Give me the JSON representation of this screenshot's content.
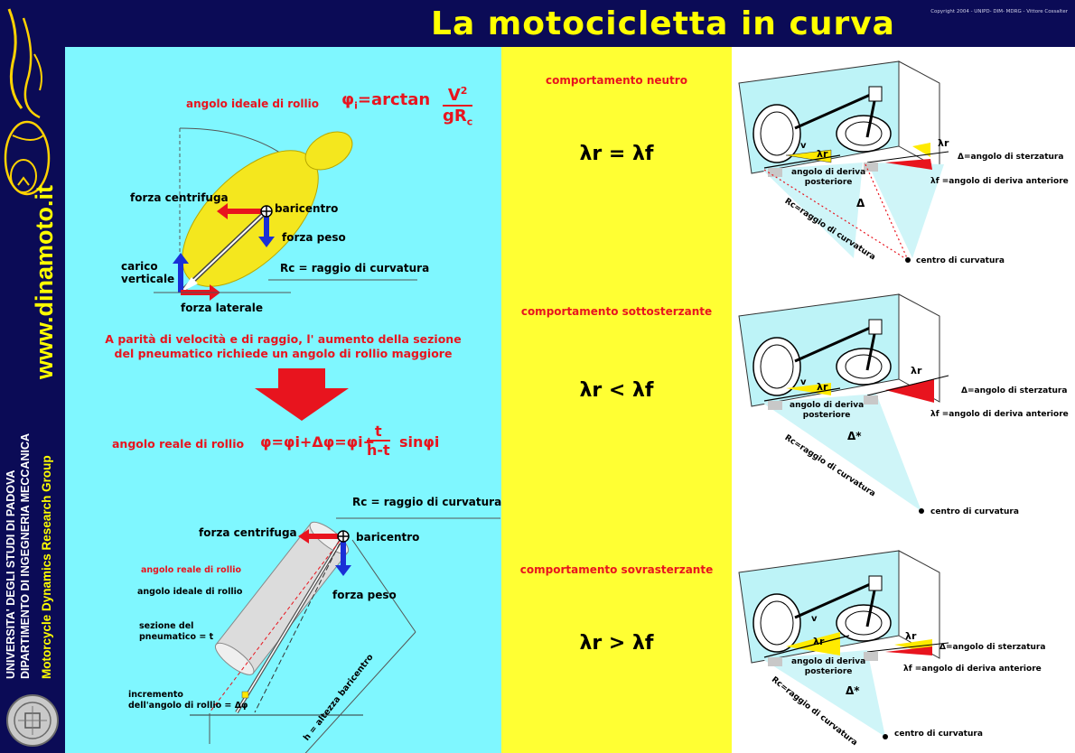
{
  "header": {
    "title": "La motocicletta in curva",
    "copyright": "Copyright 2004 - UNIPD- DIM- MDRG - Vittore Cossalter"
  },
  "sidebar": {
    "website": "www.dinamoto.it",
    "university_line1": "UNIVERSITA' DEGLI STUDI DI PADOVA",
    "university_line2": "DIPARTIMENTO DI INGEGNERIA MECCANICA",
    "group": "Motorcycle Dynamics Research Group"
  },
  "left_top": {
    "ideal_angle_label": "angolo ideale di rollio",
    "formula_lhs": "φ",
    "formula_sub": "i",
    "formula_mid": "=arctan",
    "formula_num": "V",
    "formula_num_sup": "2",
    "formula_den": "gR",
    "formula_den_sub": "c",
    "centrifugal": "forza centrifuga",
    "barycenter": "baricentro",
    "weight": "forza peso",
    "vertical_load_1": "carico",
    "vertical_load_2": "verticale",
    "radius": "Rc = raggio di curvatura",
    "lateral": "forza laterale"
  },
  "middle_text": {
    "line1": "A parità di velocità e di raggio, l' aumento della sezione",
    "line2": "del pneumatico richiede un angolo di rollio maggiore"
  },
  "real_formula": {
    "label": "angolo reale di rollio",
    "expr": "φ=φi+Δφ=φi+",
    "num": "t",
    "den": "h-t",
    "tail": "sinφi"
  },
  "left_bottom": {
    "radius": "Rc = raggio di curvatura",
    "centrifugal": "forza centrifuga",
    "barycenter": "baricentro",
    "real_angle": "angolo reale di rollio",
    "ideal_angle": "angolo ideale di rollio",
    "weight": "forza peso",
    "section_1": "sezione del",
    "section_2": "pneumatico = t",
    "increment_1": "incremento",
    "increment_2": "dell'angolo di rollio = Δφ",
    "height": "h = altezza baricentro"
  },
  "behaviors": [
    {
      "title": "comportamento neutro",
      "relation": "λr = λf",
      "delta": "Δ"
    },
    {
      "title": "comportamento sottosterzante",
      "relation": "λr < λf",
      "delta": "Δ*"
    },
    {
      "title": "comportamento sovrasterzante",
      "relation": "λr > λf",
      "delta": "Δ*"
    }
  ],
  "diagram_labels": {
    "v": "v",
    "lambda_r": "λr",
    "rear_slip_1": "angolo di deriva",
    "rear_slip_2": "posteriore",
    "steer": "Δ=angolo di sterzatura",
    "front_slip": "λf =angolo di deriva anteriore",
    "radius": "Rc=raggio di curvatura",
    "center": "centro di curvatura"
  },
  "colors": {
    "background": "#0b0b56",
    "title": "#ffff00",
    "cyan": "#7ff7ff",
    "yellow": "#ffff33",
    "red": "#e8141e",
    "blue": "#1a2fd6"
  }
}
